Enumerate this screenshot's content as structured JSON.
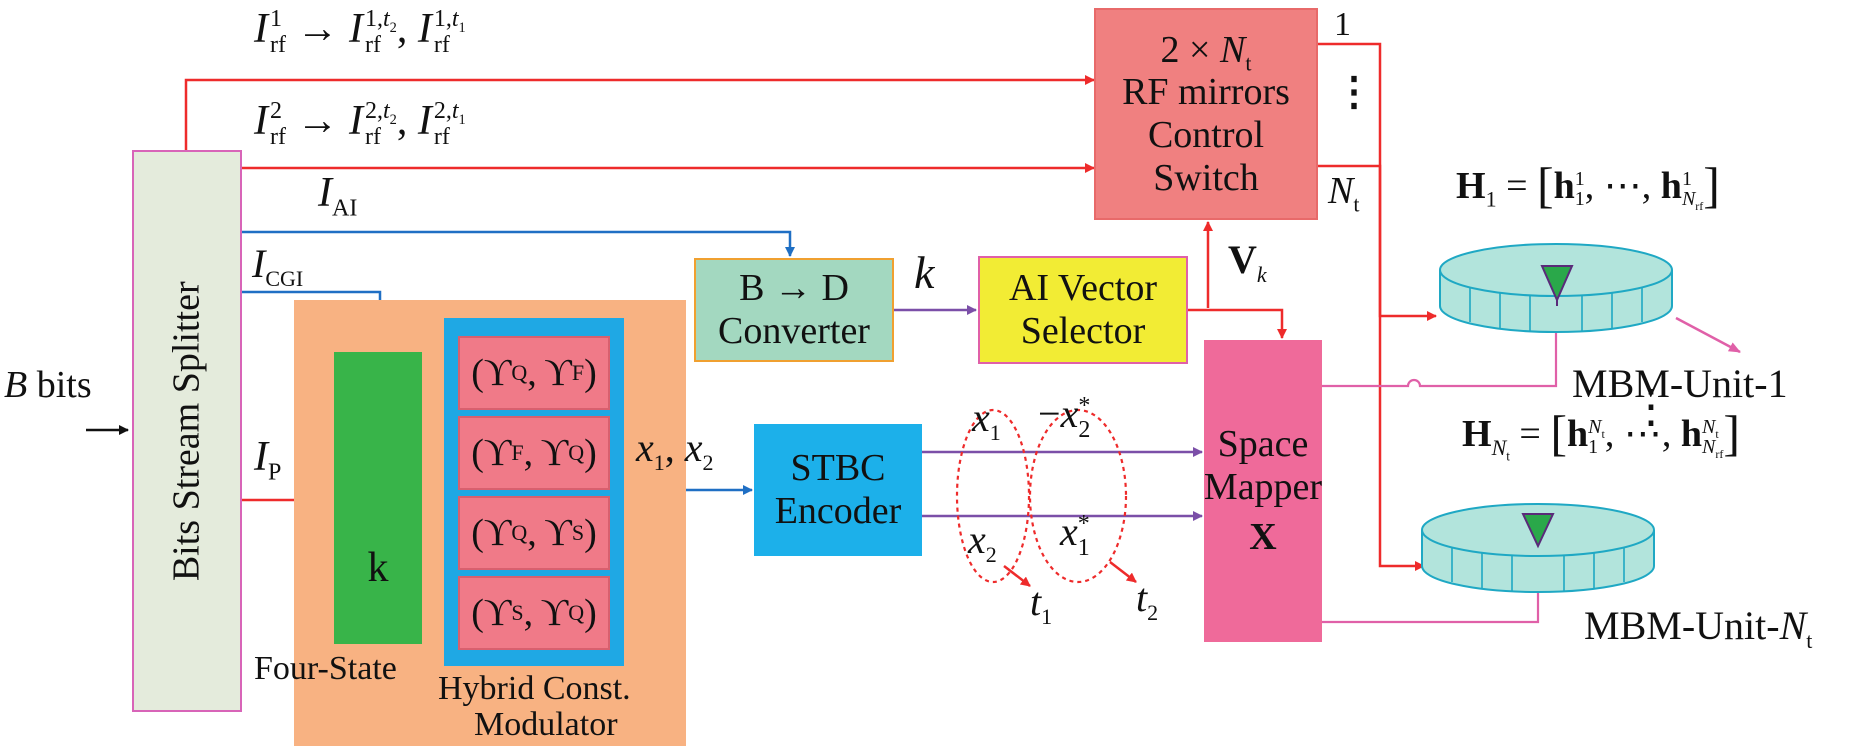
{
  "colors": {
    "red": "#ee2b2b",
    "blue": "#1f6fc4",
    "purple": "#7b4fa8",
    "pink": "#e060a8",
    "splitter_fill": "#e4ebdc",
    "splitter_border": "#d864b8",
    "rf_switch": "#f08080",
    "modulator_bg": "#f8b282",
    "switch_block": "#38b449",
    "hybrid_frame": "#1fa8e4",
    "state_box": "#f07a88",
    "bd_converter": "#a3d8c0",
    "ai_selector": "#f2ec34",
    "stbc": "#1cb0ea",
    "space_mapper": "#ef6a9a",
    "mbm_fill": "#b2e4dc",
    "mbm_antenna": "#2aa84a"
  },
  "splitter": {
    "label": "Bits Stream Splitter"
  },
  "input": {
    "label_var": "B",
    "label_rest": " bits"
  },
  "rf_switch": {
    "line1_prefix": "2 × ",
    "line1_var": "N",
    "line1_sub": "t",
    "line2": "RF mirrors",
    "line3": "Control",
    "line4": "Switch"
  },
  "rf_outputs": {
    "first": "1",
    "dots": "⋮",
    "last_var": "N",
    "last_sub": "t"
  },
  "streams": {
    "i_rf1": {
      "var": "I",
      "sub": "rf",
      "sup": "1",
      "arrow": "→",
      "a_sup": "1,",
      "a_sup_var": "t",
      "a_sup_sub": "2",
      "sep": ",",
      "b_sup": "1,",
      "b_sup_var": "t",
      "b_sup_sub": "1"
    },
    "i_rf2": {
      "var": "I",
      "sub": "rf",
      "sup": "2",
      "arrow": "→",
      "a_sup": "2,",
      "a_sup_var": "t",
      "a_sup_sub": "2",
      "sep": ",",
      "b_sup": "2,",
      "b_sup_var": "t",
      "b_sup_sub": "1"
    },
    "i_ai": {
      "var": "I",
      "sub": "AI"
    },
    "i_cgi": {
      "var": "I",
      "sub": "CGI"
    },
    "i_p": {
      "var": "I",
      "sub": "P"
    }
  },
  "bd_converter": {
    "line1": "B → D",
    "line2": "Converter"
  },
  "k_label": "k",
  "ai_selector": {
    "line1": "AI Vector",
    "line2": "Selector"
  },
  "vk_label": {
    "var": "V",
    "sub": "k"
  },
  "modulator": {
    "switch_label": "k",
    "states": [
      {
        "a": "ϒ",
        "a_sup": "Q",
        "b": "ϒ",
        "b_sup": "F"
      },
      {
        "a": "ϒ",
        "a_sup": "F",
        "b": "ϒ",
        "b_sup": "Q"
      },
      {
        "a": "ϒ",
        "a_sup": "Q",
        "b": "ϒ",
        "b_sup": "S"
      },
      {
        "a": "ϒ",
        "a_sup": "S",
        "b": "ϒ",
        "b_sup": "Q"
      }
    ],
    "four_state_label": "Four-State",
    "hybrid_line1": "Hybrid Const.",
    "hybrid_line2": "Modulator"
  },
  "x12_label": {
    "x1_var": "x",
    "x1_sub": "1",
    "sep": ", ",
    "x2_var": "x",
    "x2_sub": "2"
  },
  "stbc": {
    "line1": "STBC",
    "line2": "Encoder"
  },
  "stbc_symbols": {
    "top_left": {
      "var": "x",
      "sub": "1"
    },
    "top_right": {
      "sign": "−",
      "var": "x",
      "sub": "2",
      "sup": "*"
    },
    "bottom_left": {
      "var": "x",
      "sub": "2"
    },
    "bottom_right": {
      "var": "x",
      "sub": "1",
      "sup": "*"
    },
    "t1": {
      "var": "t",
      "sub": "1"
    },
    "t2": {
      "var": "t",
      "sub": "2"
    }
  },
  "space_mapper": {
    "line1": "Space",
    "line2": "Mapper",
    "line3": "X"
  },
  "h1": {
    "bold": "H",
    "sub": "1",
    "eq": " = ",
    "open": "[",
    "h_a": "h",
    "h_a_sup": "1",
    "h_a_sub": "1",
    "dots": ", ⋯, ",
    "h_b": "h",
    "h_b_sup": "1",
    "h_b_sub_var": "N",
    "h_b_sub_sub": "rf",
    "close": "]"
  },
  "hn": {
    "bold": "H",
    "sub_var": "N",
    "sub_sub": "t",
    "eq": " = ",
    "open": "[",
    "h_a": "h",
    "h_a_sup_var": "N",
    "h_a_sup_sub": "t",
    "h_a_sub": "1",
    "dots": ", ⋯, ",
    "h_b": "h",
    "h_b_sup_var": "N",
    "h_b_sup_sub": "t",
    "h_b_sub_var": "N",
    "h_b_sub_sub": "rf",
    "close": "]"
  },
  "mbm_dots": "⋮",
  "mbm_unit1": "MBM-Unit-1",
  "mbm_unitn": {
    "prefix": "MBM-Unit-",
    "var": "N",
    "sub": "t"
  }
}
